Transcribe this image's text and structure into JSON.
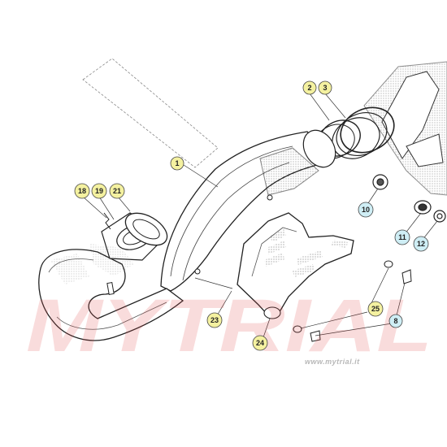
{
  "watermark": {
    "brand": "MYTRIAL",
    "url": "www.mytrial.it",
    "color": "#e04545"
  },
  "callouts": [
    {
      "id": "c1",
      "label": "1",
      "highlight": "#f4f1a0"
    },
    {
      "id": "c2",
      "label": "2",
      "highlight": "#f4f1a0"
    },
    {
      "id": "c3",
      "label": "3",
      "highlight": "#f4f1a0"
    },
    {
      "id": "c8",
      "label": "8",
      "highlight": "#cfeef5"
    },
    {
      "id": "c10",
      "label": "10",
      "highlight": "#cfeef5"
    },
    {
      "id": "c11",
      "label": "11",
      "highlight": "#cfeef5"
    },
    {
      "id": "c12",
      "label": "12",
      "highlight": "#cfeef5"
    },
    {
      "id": "c18",
      "label": "18",
      "highlight": "#f4f1a0"
    },
    {
      "id": "c19",
      "label": "19",
      "highlight": "#f4f1a0"
    },
    {
      "id": "c21",
      "label": "21",
      "highlight": "#f4f1a0"
    },
    {
      "id": "c23",
      "label": "23",
      "highlight": "#f4f1a0"
    },
    {
      "id": "c24",
      "label": "24",
      "highlight": "#f4f1a0"
    },
    {
      "id": "c25",
      "label": "25",
      "highlight": "#f4f1a0"
    }
  ]
}
